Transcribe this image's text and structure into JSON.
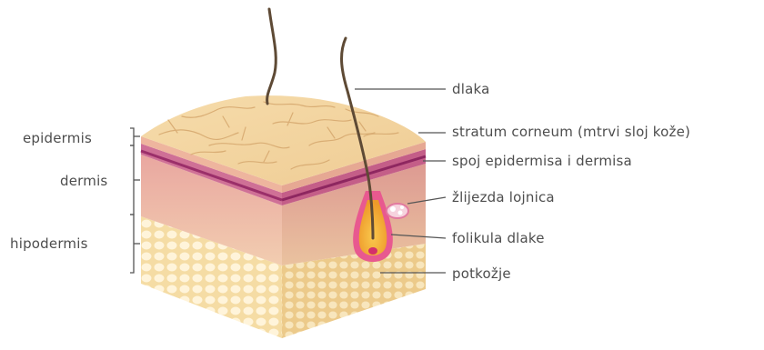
{
  "left_labels": {
    "epidermis": "epidermis",
    "dermis": "dermis",
    "hipodermis": "hipodermis"
  },
  "right_labels": {
    "dlaka": "dlaka",
    "stratum_corneum": "stratum corneum (mtrvi sloj kože)",
    "spoj": "spoj epidermisa i dermisa",
    "zlijezda": "žlijezda lojnica",
    "folikula": "folikula dlake",
    "potkozje": "potkožje"
  },
  "colors": {
    "top_surface": "#f3d6a2",
    "top_crease": "#dcb27a",
    "epidermis_band": "#d37a9a",
    "junction_line": "#9b2f6a",
    "dermis": "#eebfa6",
    "hypodermis": "#f7e1ad",
    "hypodermis_cells": "#fff5dc",
    "hair": "#5e4a35",
    "follicle_outer": "#e8598f",
    "follicle_inner": "#f3a92f",
    "label_text": "#4d4d4d",
    "leader": "#555555"
  }
}
